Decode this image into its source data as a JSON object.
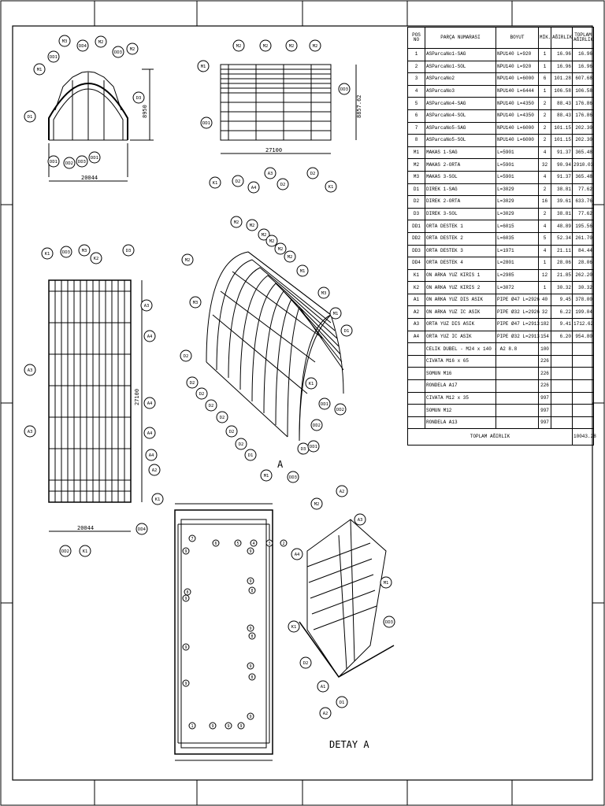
{
  "bom": {
    "headers": [
      "POS NO",
      "PARÇA NUMARASI",
      "BOYUT",
      "MİK.",
      "AĞIRLIK",
      "TOPLAM AĞIRLIK"
    ],
    "rows": [
      [
        "1",
        "ASParcaNo1-SAG",
        "NPU140 L=920",
        "1",
        "16.96",
        "16.96"
      ],
      [
        "2",
        "ASParcaNo1-SOL",
        "NPU140 L=920",
        "1",
        "16.96",
        "16.96"
      ],
      [
        "3",
        "ASParcaNo2",
        "NPU140 L=6000",
        "6",
        "101.28",
        "607.68"
      ],
      [
        "4",
        "ASParcaNo3",
        "NPU140 L=6444",
        "1",
        "106.58",
        "106.58"
      ],
      [
        "5",
        "ASParcaNo4-SAG",
        "NPU140 L=4350",
        "2",
        "88.43",
        "176.86"
      ],
      [
        "6",
        "ASParcaNo4-SOL",
        "NPU140 L=4350",
        "2",
        "88.43",
        "176.86"
      ],
      [
        "7",
        "ASParcaNo5-SAG",
        "NPU140 L=6000",
        "2",
        "101.15",
        "202.30"
      ],
      [
        "8",
        "ASParcaNo5-SOL",
        "NPU140 L=6000",
        "2",
        "101.15",
        "202.30"
      ],
      [
        "M1",
        "MAKAS 1-SAG",
        "L=5901",
        "4",
        "91.37",
        "365.48"
      ],
      [
        "M2",
        "MAKAS 2-ORTA",
        "L=5901",
        "32",
        "90.94",
        "2910.03"
      ],
      [
        "M3",
        "MAKAS 3-SOL",
        "L=5901",
        "4",
        "91.37",
        "365.48"
      ],
      [
        "D1",
        "DIREK 1-SAG",
        "L=3029",
        "2",
        "38.81",
        "77.62"
      ],
      [
        "D2",
        "DIREK 2-ORTA",
        "L=3029",
        "16",
        "39.61",
        "633.76"
      ],
      [
        "D3",
        "DIREK 3-SOL",
        "L=3029",
        "2",
        "38.81",
        "77.62"
      ],
      [
        "DD1",
        "ORTA DESTEK 1",
        "L=6015",
        "4",
        "48.89",
        "195.56"
      ],
      [
        "DD2",
        "ORTA DESTEK 2",
        "L=6035",
        "5",
        "52.34",
        "261.70"
      ],
      [
        "DD3",
        "ORTA DESTEK 3",
        "L=1971",
        "4",
        "21.11",
        "84.44"
      ],
      [
        "DD4",
        "ORTA DESTEK 4",
        "L=2801",
        "1",
        "28.06",
        "28.06"
      ],
      [
        "K1",
        "ON ARKA YUZ KIRIS 1",
        "L=2985",
        "12",
        "21.85",
        "262.20"
      ],
      [
        "K2",
        "ON ARKA YUZ KIRIS 2",
        "L=3072",
        "1",
        "30.32",
        "30.32"
      ],
      [
        "A1",
        "ON ARKA YUZ DIS ASIK",
        "PIPE Ø47 L=2926",
        "40",
        "9.45",
        "378.00"
      ],
      [
        "A2",
        "ON ARKA YUZ IC ASIK",
        "PIPE Ø32 L=2926",
        "32",
        "6.22",
        "199.04"
      ],
      [
        "A3",
        "ORTA YUZ DIS ASIK",
        "PIPE Ø47 L=2913",
        "182",
        "9.41",
        "1712.62"
      ],
      [
        "A4",
        "ORTA YUZ IC ASIK",
        "PIPE Ø32 L=2913",
        "154",
        "6.20",
        "954.80"
      ],
      [
        "",
        "CELIK DUBEL - M24 x 140 - A2 8.8",
        "",
        "100",
        "",
        ""
      ],
      [
        "",
        "CIVATA M16 x 65",
        "",
        "226",
        "",
        ""
      ],
      [
        "",
        "SOMUN M16",
        "",
        "226",
        "",
        ""
      ],
      [
        "",
        "RONDELA A17",
        "",
        "226",
        "",
        ""
      ],
      [
        "",
        "CIVATA M12 x 35",
        "",
        "997",
        "",
        ""
      ],
      [
        "",
        "SOMUN M12",
        "",
        "997",
        "",
        ""
      ],
      [
        "",
        "RONDELA A13",
        "",
        "997",
        "",
        ""
      ]
    ],
    "total_label": "TOPLAM AĞIRLIK",
    "total_value": "10043.28"
  },
  "views": {
    "front": {
      "width": "20044",
      "height": "8950"
    },
    "side": {
      "length": "27100",
      "height": "8857.62"
    },
    "plan": {
      "width": "20044",
      "length": "27100"
    },
    "iso_label": "A",
    "detail_title": "DETAY A"
  },
  "callouts": {
    "front": [
      "M1",
      "DD1",
      "M3",
      "DD4",
      "M2",
      "DD3",
      "M2",
      "D3",
      "D1",
      "DD1",
      "DD2",
      "DD3",
      "DD1"
    ],
    "side": [
      "M1",
      "M2",
      "M2",
      "M2",
      "M2",
      "DD3",
      "DD1",
      "K1",
      "D2",
      "A4",
      "A3",
      "D2",
      "D2",
      "K1"
    ],
    "plan": [
      "K1",
      "DD3",
      "M3",
      "K2",
      "D3",
      "A3",
      "A4",
      "A3",
      "A4",
      "A3",
      "A4",
      "A4",
      "A2",
      "K1",
      "DD4",
      "DD2",
      "K1"
    ],
    "iso": [
      "M3",
      "M2",
      "M2",
      "M2",
      "M2",
      "M2",
      "M2",
      "M2",
      "M1",
      "M3",
      "M1",
      "D1",
      "D2",
      "D2",
      "D2",
      "D2",
      "D2",
      "D2",
      "D2",
      "D1",
      "M1",
      "DD3",
      "K1",
      "DD1",
      "DD2",
      "DD2",
      "D3",
      "DD1"
    ],
    "detail": [
      "M2",
      "A2",
      "A3",
      "A4",
      "M1",
      "K1",
      "DD3",
      "D2",
      "A1",
      "A2",
      "D1"
    ],
    "foundation": [
      "7",
      "6",
      "5",
      "4",
      "3",
      "2",
      "1",
      "9",
      "9",
      "9",
      "9",
      "9",
      "9",
      "9",
      "9",
      "9",
      "9",
      "9",
      "9",
      "8",
      "8",
      "8",
      "8"
    ]
  }
}
